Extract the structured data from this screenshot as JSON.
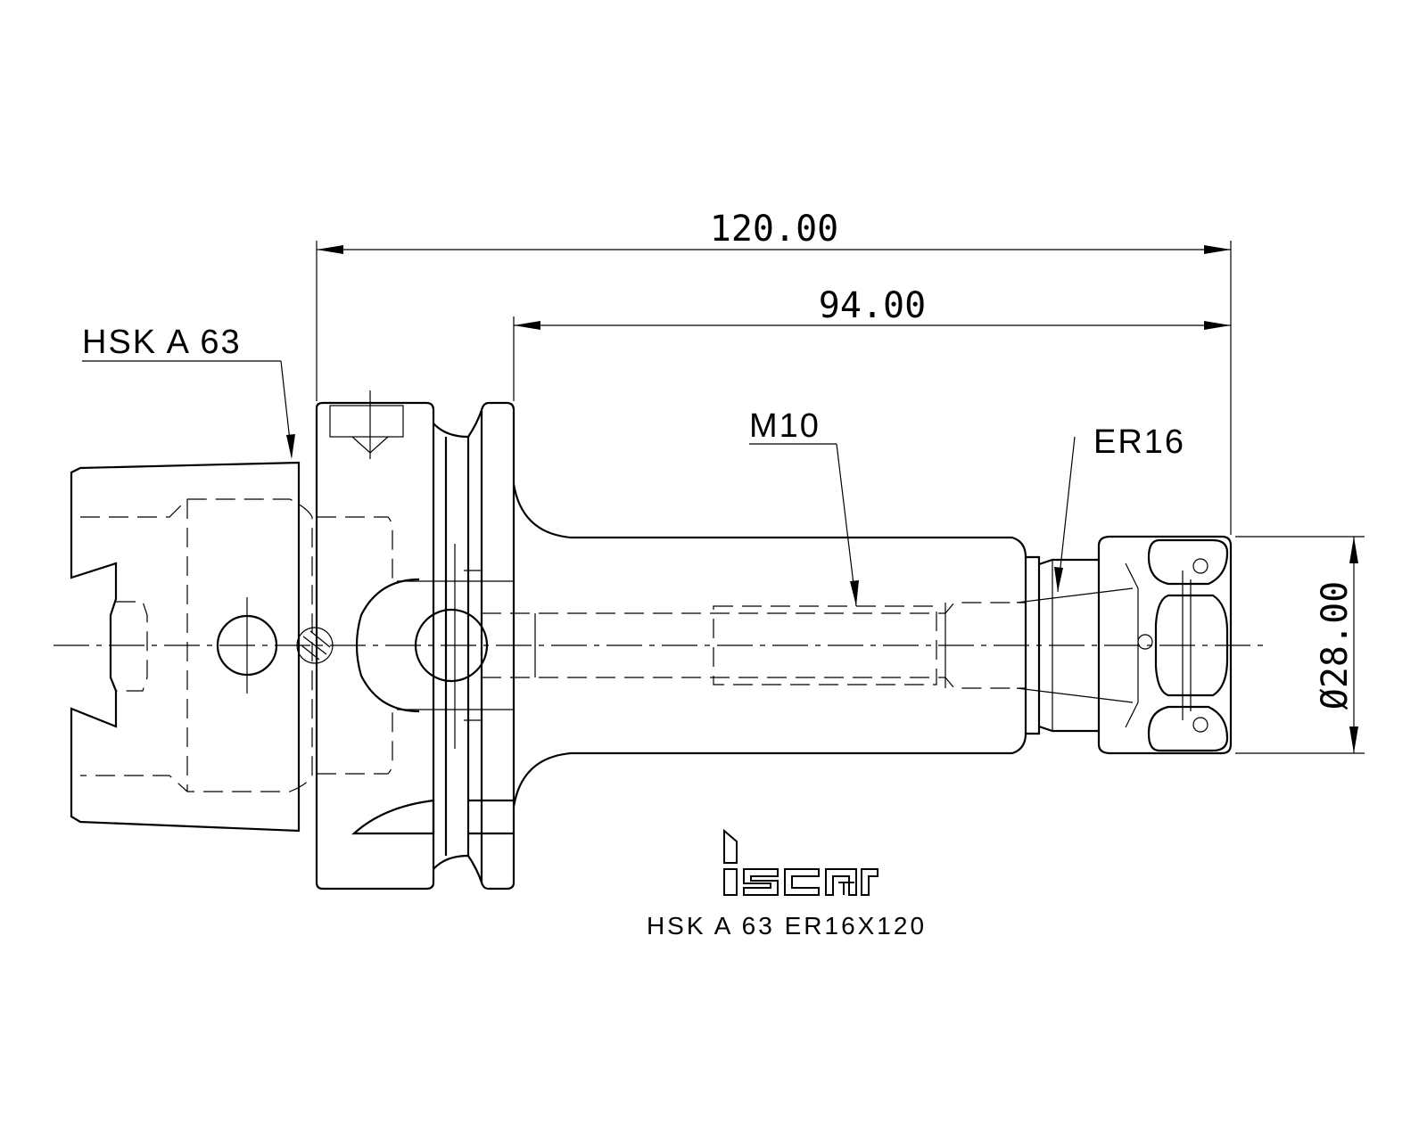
{
  "dimensions": {
    "overall_length": "120.00",
    "shank_length": "94.00",
    "collet_diameter": "Ø28.00"
  },
  "labels": {
    "taper": "HSK A 63",
    "thread": "M10",
    "collet": "ER16"
  },
  "brand": {
    "logo_text": "iscar",
    "logo_icon": "iscar-logo-icon"
  },
  "caption": "HSK A 63 ER16X120"
}
